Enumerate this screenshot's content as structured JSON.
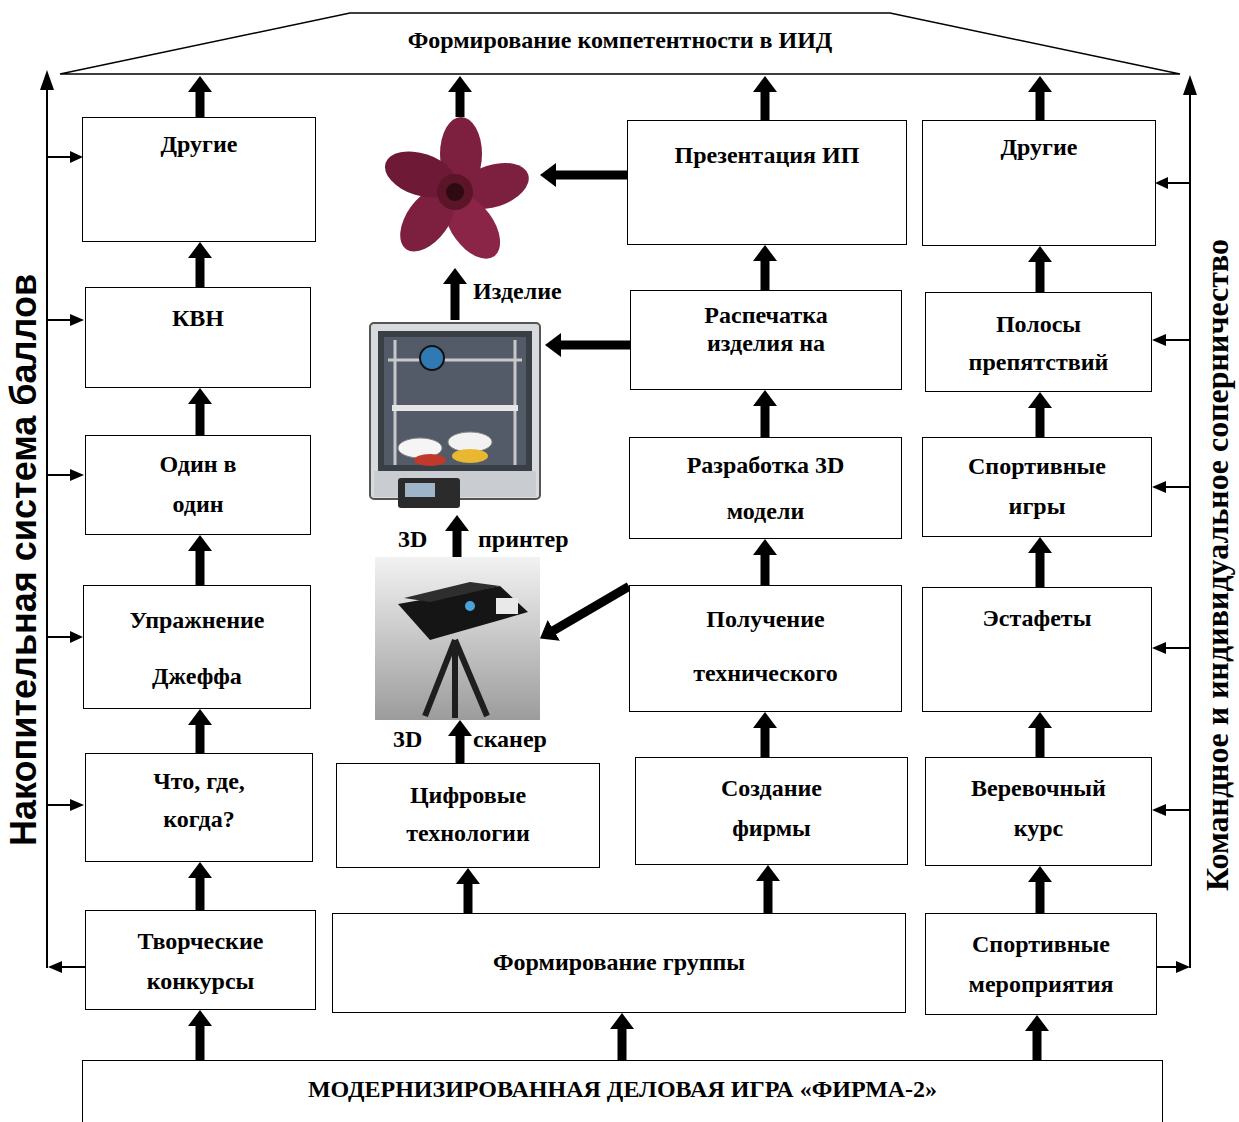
{
  "diagram": {
    "nodes": [
      {
        "text": [
          "Формирование компетентности в ИИД"
        ]
      },
      {
        "text": [
          "Другие"
        ]
      },
      {
        "text": [
          "Изделие"
        ]
      },
      {
        "text": [
          "Презентация ИП"
        ]
      },
      {
        "text": [
          "Другие"
        ]
      },
      {
        "text": [
          "КВН"
        ]
      },
      {
        "text": [
          "3D",
          "принтер"
        ]
      },
      {
        "text": [
          "Распечатка изделия на"
        ]
      },
      {
        "text": [
          "Полосы препятствий"
        ]
      },
      {
        "text": [
          "Один в один"
        ]
      },
      {
        "text": [
          "Разработка 3D модели"
        ]
      },
      {
        "text": [
          "Спортивные игры"
        ]
      },
      {
        "text": [
          "3D",
          "сканер"
        ]
      },
      {
        "text": [
          "Упражнение Джеффа"
        ]
      },
      {
        "text": [
          "Получение технического"
        ]
      },
      {
        "text": [
          "Эстафеты"
        ]
      },
      {
        "text": [
          "Что, где, когда?"
        ]
      },
      {
        "text": [
          "Цифровые технологии"
        ]
      },
      {
        "text": [
          "Создание фирмы"
        ]
      },
      {
        "text": [
          "Веревочный курс"
        ]
      },
      {
        "text": [
          "Творческие конкурсы"
        ]
      },
      {
        "text": [
          "Формирование группы"
        ]
      },
      {
        "text": [
          "Спортивные мероприятия"
        ]
      },
      {
        "text": [
          "МОДЕРНИЗИРОВАННАЯ ДЕЛОВАЯ ИГРА «ФИРМА-2»"
        ]
      }
    ],
    "edges": [
      {
        "from": 20,
        "to": 16,
        "arrow": "to"
      },
      {
        "from": 16,
        "to": 13,
        "arrow": "to"
      },
      {
        "from": 13,
        "to": 9,
        "arrow": "to"
      },
      {
        "from": 9,
        "to": 5,
        "arrow": "to"
      },
      {
        "from": 5,
        "to": 1,
        "arrow": "to"
      },
      {
        "from": 1,
        "to": 0,
        "arrow": "to"
      },
      {
        "from": 23,
        "to": 20,
        "arrow": "to"
      },
      {
        "from": 23,
        "to": 21,
        "arrow": "to"
      },
      {
        "from": 23,
        "to": 22,
        "arrow": "to"
      },
      {
        "from": 21,
        "to": 17,
        "arrow": "to"
      },
      {
        "from": 21,
        "to": 18,
        "arrow": "to"
      },
      {
        "from": 17,
        "to": 12,
        "arrow": "to"
      },
      {
        "from": 12,
        "to": 6,
        "arrow": "to"
      },
      {
        "from": 6,
        "to": 2,
        "arrow": "to"
      },
      {
        "from": 2,
        "to": 0,
        "arrow": "to"
      },
      {
        "from": 14,
        "to": 12,
        "arrow": "to"
      },
      {
        "from": 18,
        "to": 14,
        "arrow": "to"
      },
      {
        "from": 14,
        "to": 10,
        "arrow": "to"
      },
      {
        "from": 10,
        "to": 7,
        "arrow": "to"
      },
      {
        "from": 7,
        "to": 3,
        "arrow": "to"
      },
      {
        "from": 3,
        "to": 0,
        "arrow": "to"
      },
      {
        "from": 7,
        "to": 6,
        "arrow": "to"
      },
      {
        "from": 3,
        "to": 2,
        "arrow": "to"
      },
      {
        "from": 22,
        "to": 19,
        "arrow": "to"
      },
      {
        "from": 19,
        "to": 15,
        "arrow": "to"
      },
      {
        "from": 15,
        "to": 11,
        "arrow": "to"
      },
      {
        "from": 11,
        "to": 8,
        "arrow": "to"
      },
      {
        "from": 8,
        "to": 4,
        "arrow": "to"
      },
      {
        "from": 4,
        "to": 0,
        "arrow": "to"
      }
    ],
    "labels": [
      "Накопительная система баллов",
      "Командное и индивидуальное соперничество"
    ]
  }
}
